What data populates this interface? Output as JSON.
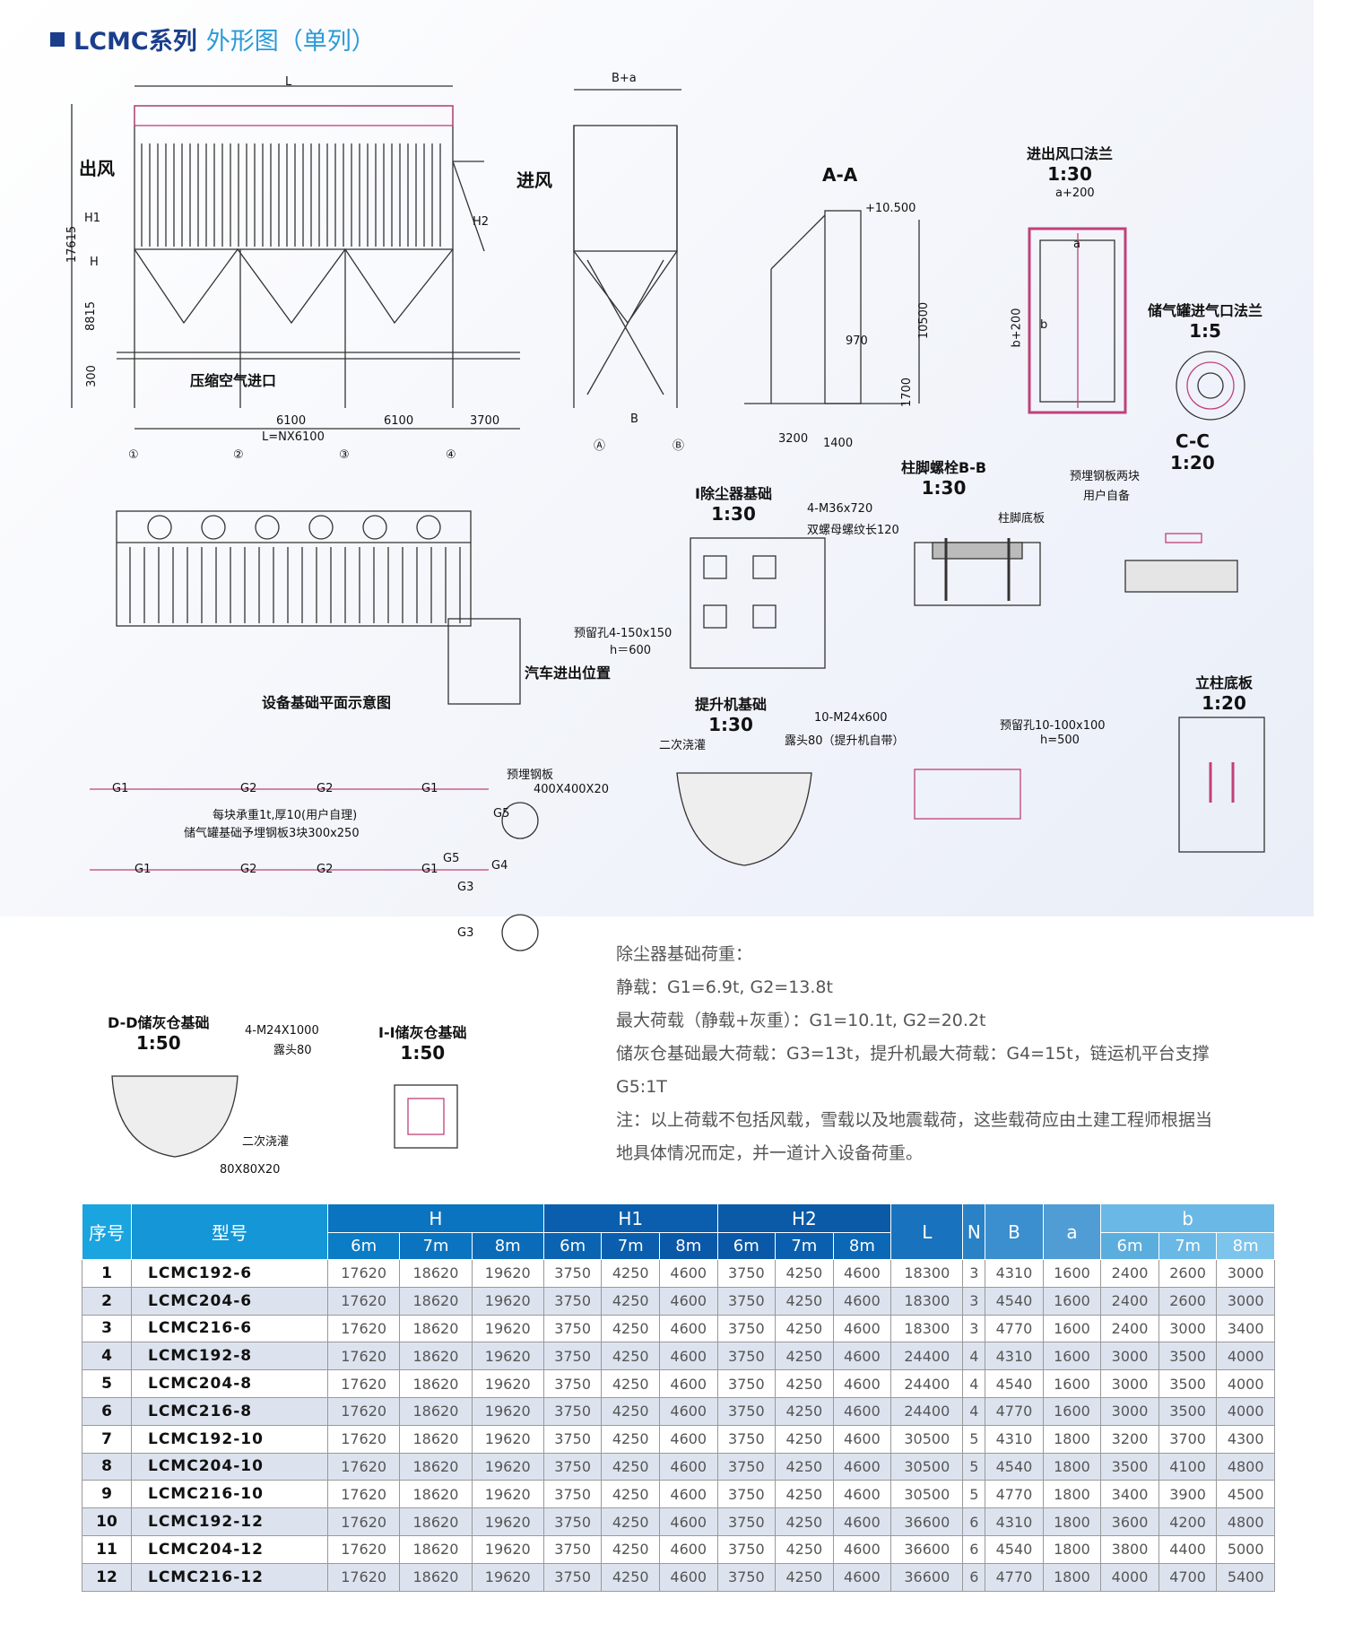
{
  "title": {
    "series": "LCMC系列",
    "subtitle": "外形图（单列）",
    "accent": "#1a3e8c"
  },
  "drawing_labels": {
    "outlet": "出风",
    "inlet": "进风",
    "compressed_air": "压缩空气进口",
    "section_aa": "A-A",
    "flange_title": "进出风口法兰",
    "flange_scale": "1:30",
    "tank_flange_title": "储气罐进气口法兰",
    "tank_flange_scale": "1:5",
    "cc_title": "C-C",
    "cc_scale": "1:20",
    "bolt_title": "柱脚螺栓B-B",
    "bolt_scale": "1:30",
    "found_title": "I除尘器基础",
    "found_scale": "1:30",
    "plan_title": "设备基础平面示意图",
    "hoist_title": "提升机基础",
    "hoist_scale": "1:30",
    "baseplate_title": "立柱底板",
    "baseplate_scale": "1:20",
    "dd_title": "D-D储灰仓基础",
    "dd_scale": "1:50",
    "ii_title": "I-I储灰仓基础",
    "ii_scale": "1:50",
    "truck": "汽车进出位置",
    "embedded_plate": "预埋钢板两块",
    "user_supply": "用户自备",
    "bolt_spec": "4-M36x720",
    "bolt_thread": "双螺母螺纹长120",
    "column_plate": "柱脚底板",
    "reserved_hole": "预留孔4-150x150",
    "h600": "h＝600",
    "hoist_bolt": "10-M24x600",
    "hoist_exposed": "露头80（提升机自带）",
    "grout": "二次浇灌",
    "hoist_hole": "预留孔10-100x100",
    "h500": "h=500",
    "load_note1": "每块承重1t,厚10(用户自理)",
    "load_note2": "储气罐基础予埋钢板3块300x250",
    "embed_plate2": "预埋钢板",
    "embed_size": "400X400X20",
    "dd_bolt": "4-M24X1000",
    "dd_exposed": "露头80",
    "dd_grout": "二次浇灌",
    "dd_plate": "80X80X20"
  },
  "dimensions": {
    "L": "L",
    "B_a": "B+a",
    "h17615": "17615",
    "h8815": "8815",
    "h300": "300",
    "H": "H",
    "H1": "H1",
    "H2": "H2",
    "span1": "6100",
    "span2": "6100",
    "span3": "3700",
    "LN": "L=NX6100",
    "B": "B",
    "elev": "+10.500",
    "d10500": "10500",
    "d970": "970",
    "d1700": "1700",
    "d3200": "3200",
    "d1400": "1400",
    "a200": "a+200",
    "b200": "b+200",
    "a": "a",
    "b": "b",
    "axes": [
      "①",
      "②",
      "③",
      "④"
    ],
    "axesAB": [
      "Ⓐ",
      "Ⓑ"
    ],
    "g": [
      "G1",
      "G2",
      "G2",
      "G1",
      "G1",
      "G2",
      "G2",
      "G1",
      "G3",
      "G3",
      "G4",
      "G5",
      "G5"
    ]
  },
  "notes": [
    "除尘器基础荷重：",
    "静载：G1=6.9t, G2=13.8t",
    "最大荷载（静载+灰重）：G1=10.1t, G2=20.2t",
    "储灰仓基础最大荷载：G3=13t，提升机最大荷载：G4=15t，链运机平台支撑",
    "G5:1T",
    "注：以上荷载不包括风载，雪载以及地震载荷，这些载荷应由土建工程师根据当",
    "地具体情况而定，并一道计入设备荷重。"
  ],
  "table": {
    "headers": {
      "idx": "序号",
      "model": "型号",
      "H": "H",
      "H1": "H1",
      "H2": "H2",
      "L": "L",
      "N": "N",
      "B": "B",
      "a": "a",
      "b": "b",
      "sub": [
        "6m",
        "7m",
        "8m"
      ]
    },
    "rows": [
      [
        "1",
        "LCMC192-6",
        "17620",
        "18620",
        "19620",
        "3750",
        "4250",
        "4600",
        "3750",
        "4250",
        "4600",
        "18300",
        "3",
        "4310",
        "1600",
        "2400",
        "2600",
        "3000"
      ],
      [
        "2",
        "LCMC204-6",
        "17620",
        "18620",
        "19620",
        "3750",
        "4250",
        "4600",
        "3750",
        "4250",
        "4600",
        "18300",
        "3",
        "4540",
        "1600",
        "2400",
        "2600",
        "3000"
      ],
      [
        "3",
        "LCMC216-6",
        "17620",
        "18620",
        "19620",
        "3750",
        "4250",
        "4600",
        "3750",
        "4250",
        "4600",
        "18300",
        "3",
        "4770",
        "1600",
        "2400",
        "3000",
        "3400"
      ],
      [
        "4",
        "LCMC192-8",
        "17620",
        "18620",
        "19620",
        "3750",
        "4250",
        "4600",
        "3750",
        "4250",
        "4600",
        "24400",
        "4",
        "4310",
        "1600",
        "3000",
        "3500",
        "4000"
      ],
      [
        "5",
        "LCMC204-8",
        "17620",
        "18620",
        "19620",
        "3750",
        "4250",
        "4600",
        "3750",
        "4250",
        "4600",
        "24400",
        "4",
        "4540",
        "1600",
        "3000",
        "3500",
        "4000"
      ],
      [
        "6",
        "LCMC216-8",
        "17620",
        "18620",
        "19620",
        "3750",
        "4250",
        "4600",
        "3750",
        "4250",
        "4600",
        "24400",
        "4",
        "4770",
        "1600",
        "3000",
        "3500",
        "4000"
      ],
      [
        "7",
        "LCMC192-10",
        "17620",
        "18620",
        "19620",
        "3750",
        "4250",
        "4600",
        "3750",
        "4250",
        "4600",
        "30500",
        "5",
        "4310",
        "1800",
        "3200",
        "3700",
        "4300"
      ],
      [
        "8",
        "LCMC204-10",
        "17620",
        "18620",
        "19620",
        "3750",
        "4250",
        "4600",
        "3750",
        "4250",
        "4600",
        "30500",
        "5",
        "4540",
        "1800",
        "3500",
        "4100",
        "4800"
      ],
      [
        "9",
        "LCMC216-10",
        "17620",
        "18620",
        "19620",
        "3750",
        "4250",
        "4600",
        "3750",
        "4250",
        "4600",
        "30500",
        "5",
        "4770",
        "1800",
        "3400",
        "3900",
        "4500"
      ],
      [
        "10",
        "LCMC192-12",
        "17620",
        "18620",
        "19620",
        "3750",
        "4250",
        "4600",
        "3750",
        "4250",
        "4600",
        "36600",
        "6",
        "4310",
        "1800",
        "3600",
        "4200",
        "4800"
      ],
      [
        "11",
        "LCMC204-12",
        "17620",
        "18620",
        "19620",
        "3750",
        "4250",
        "4600",
        "3750",
        "4250",
        "4600",
        "36600",
        "6",
        "4540",
        "1800",
        "3800",
        "4400",
        "5000"
      ],
      [
        "12",
        "LCMC216-12",
        "17620",
        "18620",
        "19620",
        "3750",
        "4250",
        "4600",
        "3750",
        "4250",
        "4600",
        "36600",
        "6",
        "4770",
        "1800",
        "4000",
        "4700",
        "5400"
      ]
    ]
  }
}
